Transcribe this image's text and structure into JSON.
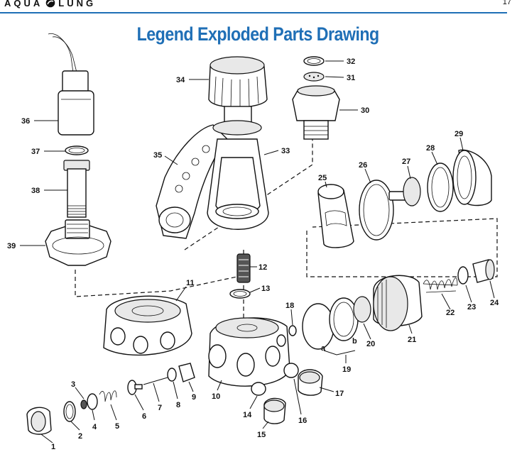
{
  "header": {
    "brand_left": "AQUA",
    "brand_right": "LUNG",
    "page_number": "17"
  },
  "title": "Legend Exploded Parts Drawing",
  "callouts": {
    "p1": "1",
    "p2": "2",
    "p3": "3",
    "p4": "4",
    "p5": "5",
    "p6": "6",
    "p7": "7",
    "p8": "8",
    "p9": "9",
    "p10": "10",
    "p11": "11",
    "p12": "12",
    "p13": "13",
    "p14": "14",
    "p15": "15",
    "p16": "16",
    "p17": "17",
    "p18": "18",
    "p19": "19",
    "p20": "20",
    "p21": "21",
    "p22": "22",
    "p23": "23",
    "p24": "24",
    "p25": "25",
    "p26": "26",
    "p27": "27",
    "p28": "28",
    "p29": "29",
    "p30": "30",
    "p31": "31",
    "p32": "32",
    "p33": "33",
    "p34": "34",
    "p35": "35",
    "p36": "36",
    "p37": "37",
    "p38": "38",
    "p39": "39",
    "sub_a": "a",
    "sub_b": "b"
  },
  "colors": {
    "title": "#1f6fb6",
    "rule": "#1f6fb6"
  }
}
